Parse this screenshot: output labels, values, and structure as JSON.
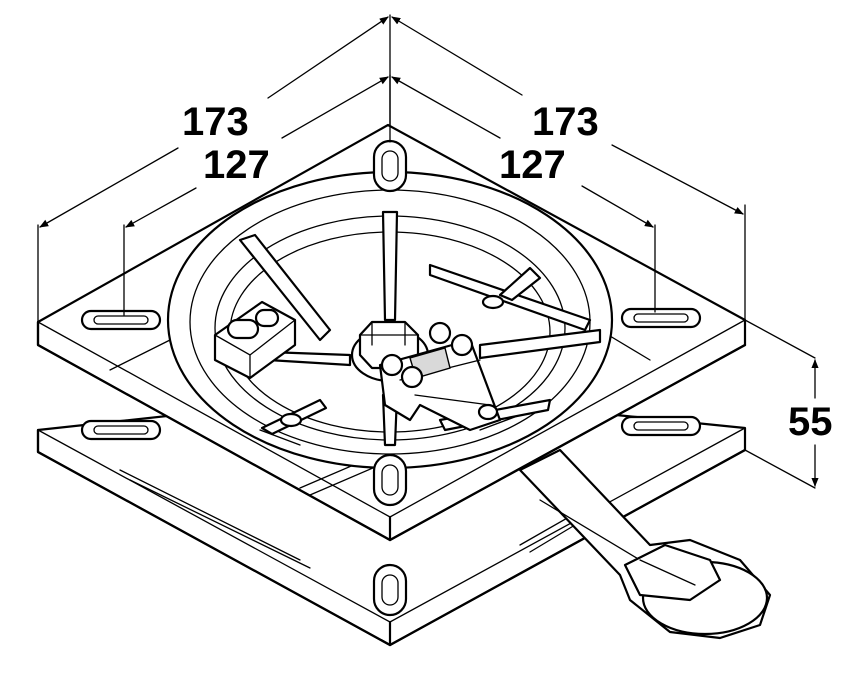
{
  "dimensions": {
    "outer_width_left": "173",
    "inner_width_left": "127",
    "outer_width_right": "173",
    "inner_width_right": "127",
    "height": "55"
  },
  "colors": {
    "line": "#000000",
    "background": "#ffffff",
    "shade": "#d9d9d9"
  }
}
